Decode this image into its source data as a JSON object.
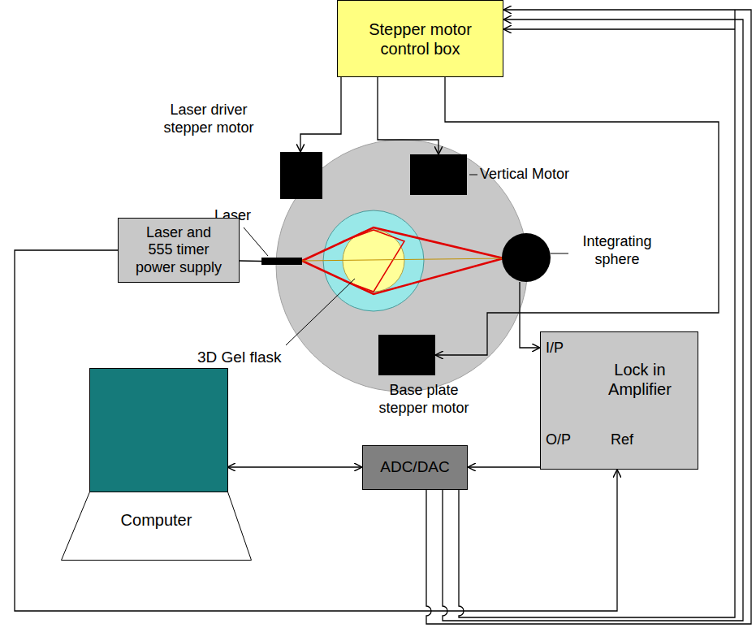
{
  "diagram": {
    "nodes": [
      {
        "text": [
          "Stepper motor control box"
        ]
      },
      {
        "text": [
          "Laser driver stepper motor"
        ]
      },
      {
        "text": [
          "Vertical Motor"
        ]
      },
      {
        "text": [
          "Laser"
        ]
      },
      {
        "text": [
          "Integrating sphere"
        ]
      },
      {
        "text": [
          "Laser and 555 timer power supply"
        ]
      },
      {
        "text": [
          "Base plate stepper motor"
        ]
      },
      {
        "text": [
          "Lock in Amplifier",
          "I/P",
          "O/P",
          "Ref"
        ]
      },
      {
        "text": [
          "ADC/DAC"
        ]
      },
      {
        "text": [
          "Computer"
        ]
      }
    ],
    "edges": [
      {
        "from": 0,
        "to": 1,
        "arrow": "to"
      },
      {
        "from": 0,
        "to": 2,
        "arrow": "to"
      },
      {
        "from": 0,
        "to": 6,
        "arrow": "to"
      },
      {
        "from": 5,
        "to": 3,
        "arrow": "none"
      },
      {
        "from": 4,
        "to": 7,
        "arrow": "to"
      },
      {
        "from": 5,
        "to": 7,
        "arrow": "to"
      },
      {
        "from": 7,
        "to": 8,
        "arrow": "to"
      },
      {
        "from": 8,
        "to": 9,
        "arrow": "both"
      },
      {
        "from": 8,
        "to": 0,
        "arrow": "to"
      },
      {
        "from": 8,
        "to": 0,
        "arrow": "to"
      },
      {
        "from": 8,
        "to": 0,
        "arrow": "to"
      }
    ],
    "labels": [
      "3D Gel flask"
    ]
  }
}
